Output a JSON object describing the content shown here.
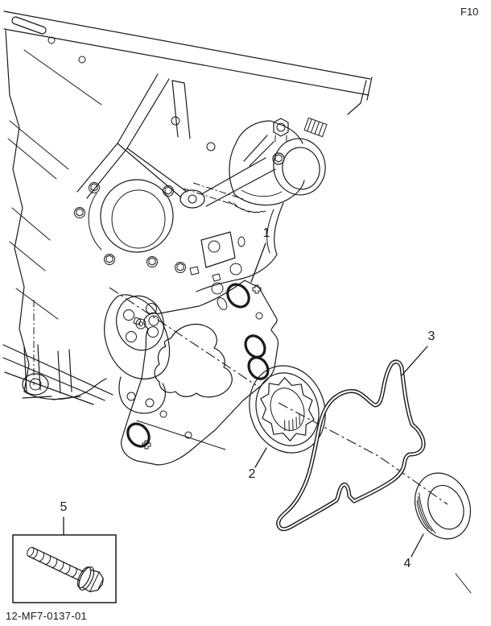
{
  "figure": {
    "figure_code": "F10",
    "part_number": "12-MF7-0137-01",
    "callouts": [
      {
        "label": "1"
      },
      {
        "label": "2"
      },
      {
        "label": "3"
      },
      {
        "label": "4"
      },
      {
        "label": "5"
      }
    ]
  },
  "colors": {
    "ink": "#1a1a1a",
    "background": "#ffffff"
  }
}
